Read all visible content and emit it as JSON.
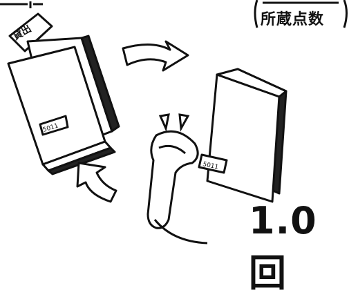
{
  "formula": {
    "denominator": "所蔵点数"
  },
  "ratio": {
    "value": "1.0回"
  },
  "icons": [
    "book-with-loan-slip",
    "returned-book",
    "barcode-scanner",
    "cycle-arrows"
  ],
  "book_tags": {
    "slip_text": "貸出",
    "spine_label_left": "5011",
    "spine_label_right": "5011"
  }
}
